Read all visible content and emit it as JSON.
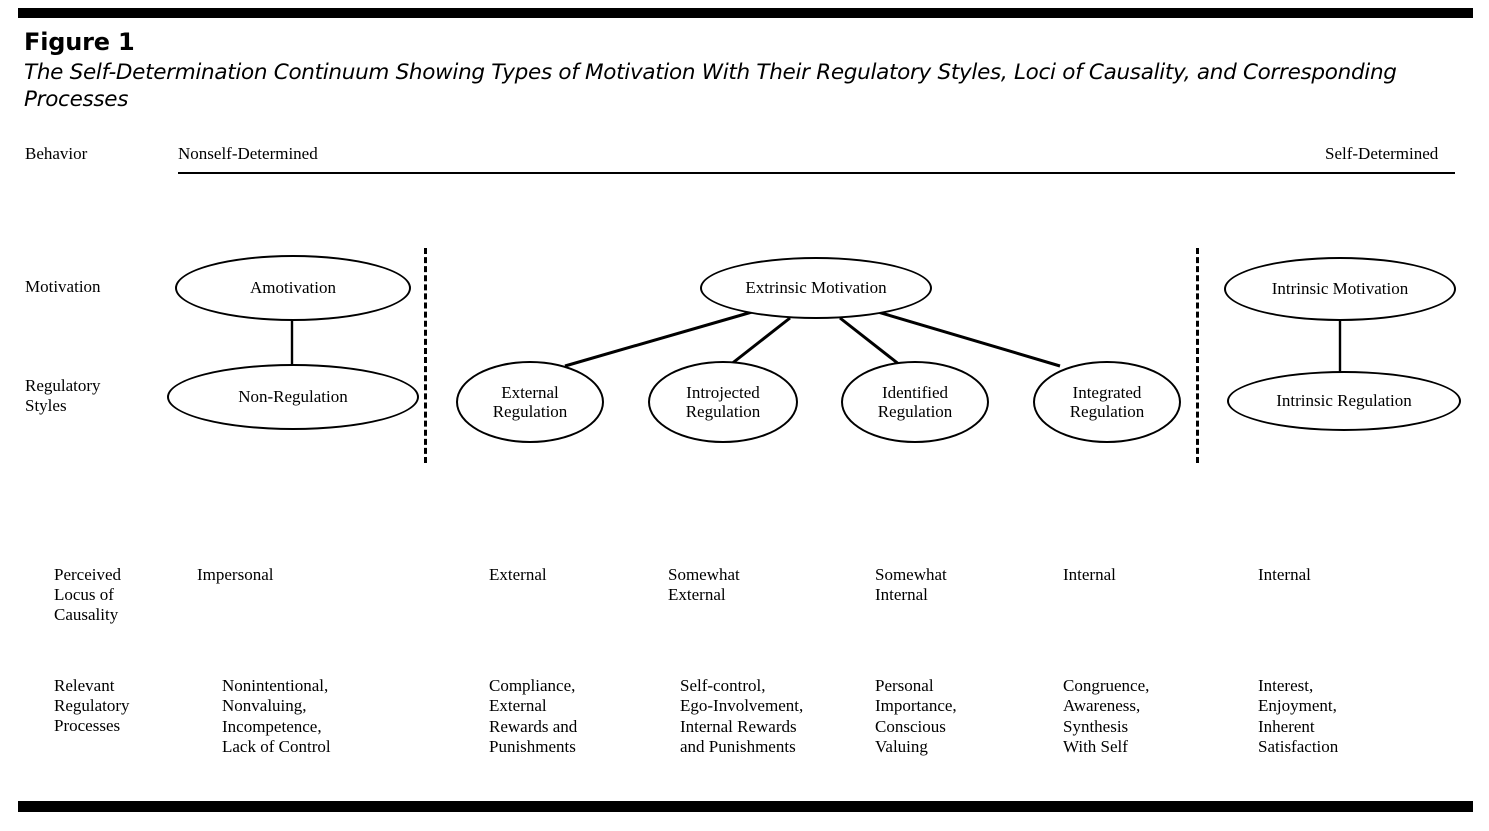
{
  "figure": {
    "number": "Figure 1",
    "caption": "The Self-Determination Continuum Showing Types of Motivation With Their Regulatory Styles, Loci of Causality, and Corresponding Processes"
  },
  "rows": {
    "behavior_label": "Behavior",
    "motivation_label": "Motivation",
    "regulatory_styles_label": "Regulatory\nStyles",
    "plc_label": "Perceived\nLocus of\nCausality",
    "processes_label": "Relevant\nRegulatory\nProcesses"
  },
  "continuum": {
    "left_end": "Nonself-Determined",
    "right_end": "Self-Determined"
  },
  "motivation_nodes": [
    {
      "id": "amotivation",
      "label": "Amotivation"
    },
    {
      "id": "extrinsic-motivation",
      "label": "Extrinsic Motivation"
    },
    {
      "id": "intrinsic-motivation",
      "label": "Intrinsic Motivation"
    }
  ],
  "regulation_nodes": [
    {
      "id": "non-regulation",
      "label": "Non-Regulation"
    },
    {
      "id": "external-regulation",
      "label": "External\nRegulation"
    },
    {
      "id": "introjected-regulation",
      "label": "Introjected\nRegulation"
    },
    {
      "id": "identified-regulation",
      "label": "Identified\nRegulation"
    },
    {
      "id": "integrated-regulation",
      "label": "Integrated\nRegulation"
    },
    {
      "id": "intrinsic-regulation",
      "label": "Intrinsic Regulation"
    }
  ],
  "perceived_locus": [
    "Impersonal",
    "External",
    "Somewhat\nExternal",
    "Somewhat\nInternal",
    "Internal",
    "Internal"
  ],
  "regulatory_processes": [
    "Nonintentional,\nNonvaluing,\nIncompetence,\nLack of Control",
    "Compliance,\nExternal\nRewards and\nPunishments",
    "Self-control,\nEgo-Involvement,\nInternal Rewards\nand Punishments",
    "Personal\nImportance,\nConscious\nValuing",
    "Congruence,\nAwareness,\nSynthesis\nWith Self",
    "Interest,\nEnjoyment,\nInherent\nSatisfaction"
  ],
  "colors": {
    "ink": "#000000",
    "paper": "#ffffff"
  }
}
